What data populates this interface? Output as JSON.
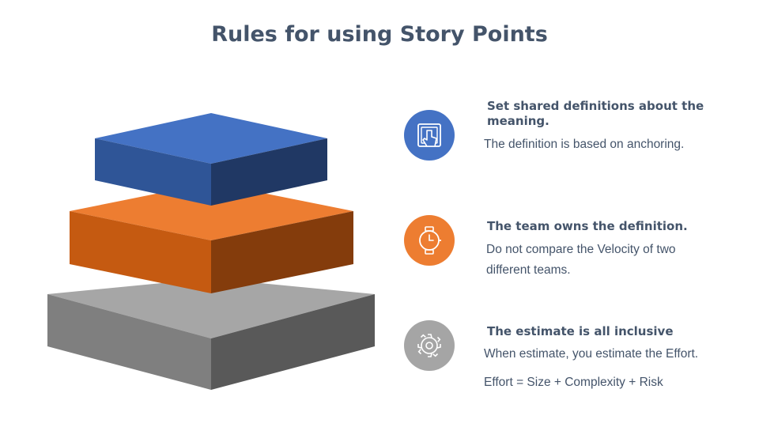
{
  "title": "Rules for using Story Points",
  "colors": {
    "title": "#44546A",
    "blue": "#4472C4",
    "orange": "#ED7D31",
    "gray": "#A5A5A5",
    "icon_blue": "#4472C4",
    "icon_orange": "#ED7D31",
    "icon_gray": "#A5A5A5"
  },
  "items": [
    {
      "icon": "touch-screen-icon",
      "heading_line1": "Set shared definitions about the",
      "heading_line2": "meaning.",
      "desc_line1": "The definition is based on anchoring."
    },
    {
      "icon": "stopwatch-icon",
      "heading_line1": "The team owns the definition.",
      "desc_line1": "Do not compare the Velocity of two",
      "desc_line2": "different teams."
    },
    {
      "icon": "gear-icon",
      "heading_line1": "The estimate is all inclusive",
      "desc_line1": "When estimate, you estimate the Effort.",
      "desc_line2": "Effort = Size + Complexity + Risk"
    }
  ]
}
